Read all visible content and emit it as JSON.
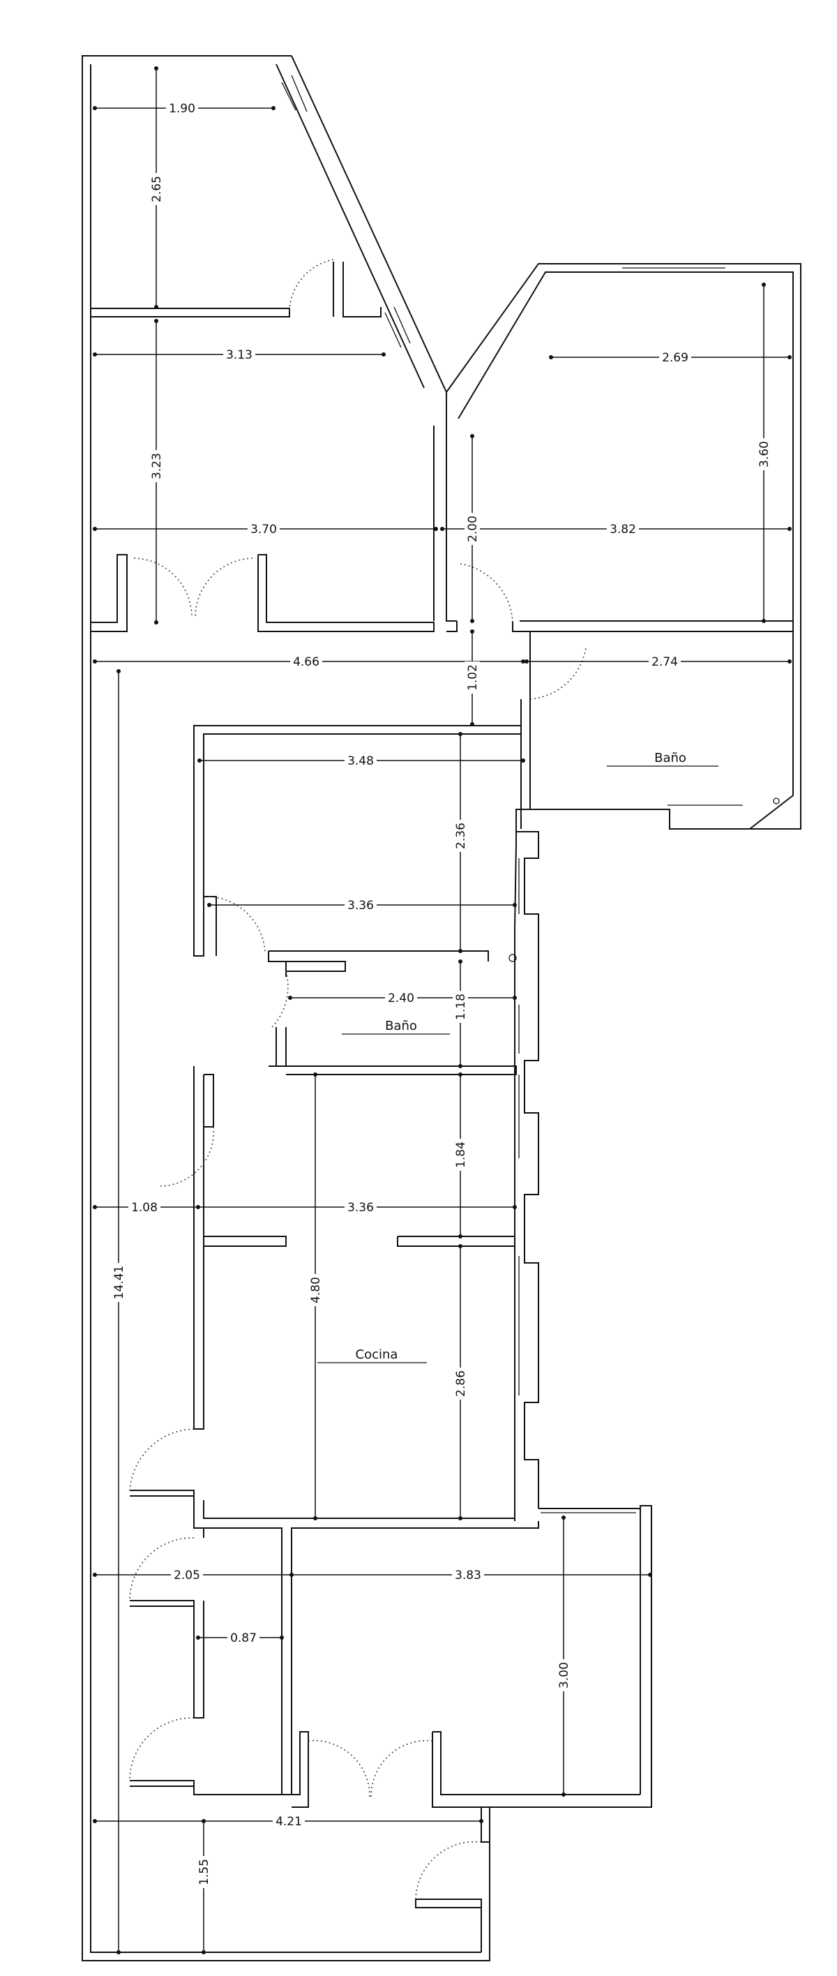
{
  "rooms": {
    "bano_1": "Baño",
    "bano_2": "Baño",
    "cocina": "Cocina"
  },
  "dimensions": {
    "d_190": "1.90",
    "d_265": "2.65",
    "d_313": "3.13",
    "d_323": "3.23",
    "d_370": "3.70",
    "d_200": "2.00",
    "d_382": "3.82",
    "d_269": "2.69",
    "d_360": "3.60",
    "d_466": "4.66",
    "d_102": "1.02",
    "d_274": "2.74",
    "d_348": "3.48",
    "d_236": "2.36",
    "d_336a": "3.36",
    "d_240": "2.40",
    "d_118": "1.18",
    "d_184": "1.84",
    "d_108": "1.08",
    "d_336b": "3.36",
    "d_480": "4.80",
    "d_286": "2.86",
    "d_1441": "14.41",
    "d_205": "2.05",
    "d_383": "3.83",
    "d_087": "0.87",
    "d_300": "3.00",
    "d_421": "4.21",
    "d_155": "1.55"
  }
}
